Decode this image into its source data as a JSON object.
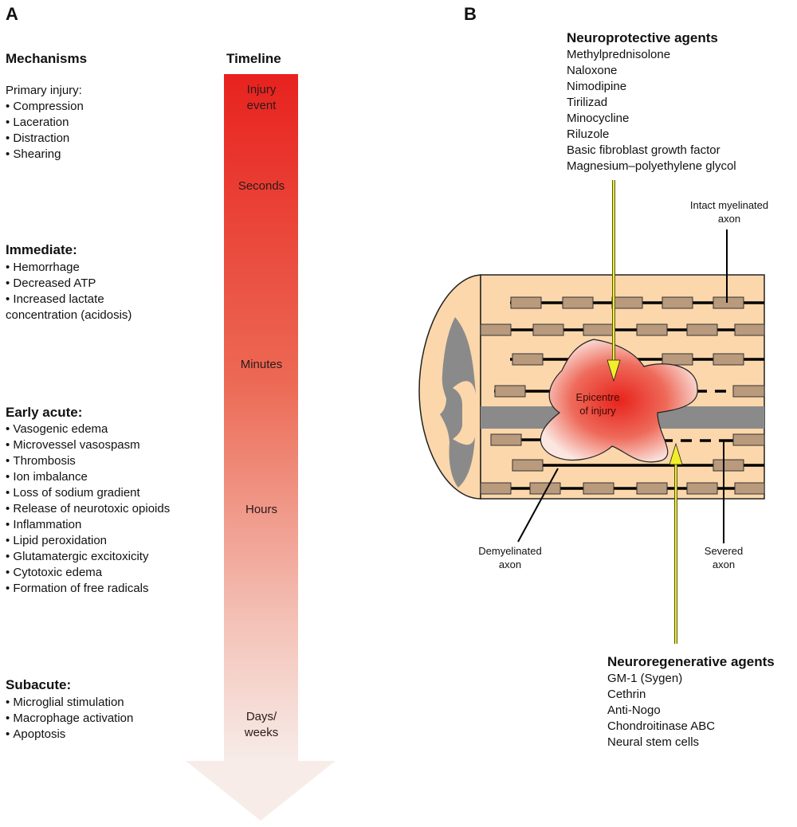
{
  "panel_a": {
    "letter": "A",
    "mechanisms_title": "Mechanisms",
    "timeline_title": "Timeline",
    "primary": {
      "title": "Primary injury:",
      "items": [
        "Compression",
        "Laceration",
        "Distraction",
        "Shearing"
      ]
    },
    "immediate": {
      "title": "Immediate:",
      "items": [
        "Hemorrhage",
        "Decreased ATP",
        "Increased lactate",
        "concentration (acidosis)"
      ]
    },
    "early_acute": {
      "title": "Early acute:",
      "items": [
        "Vasogenic edema",
        "Microvessel vasospasm",
        "Thrombosis",
        "Ion imbalance",
        "Loss of sodium gradient",
        "Release of neurotoxic opioids",
        "Inflammation",
        "Lipid peroxidation",
        "Glutamatergic excitoxicity",
        "Cytotoxic edema",
        "Formation of free radicals"
      ]
    },
    "subacute": {
      "title": "Subacute:",
      "items": [
        "Microglial stimulation",
        "Macrophage activation",
        "Apoptosis"
      ]
    },
    "timeline_labels": {
      "injury_1": "Injury",
      "injury_2": "event",
      "seconds": "Seconds",
      "minutes": "Minutes",
      "hours": "Hours",
      "days_1": "Days/",
      "days_2": "weeks"
    },
    "colors": {
      "arrow_top": "#e8221e",
      "arrow_bottom": "#f7ece8"
    }
  },
  "panel_b": {
    "letter": "B",
    "neuroprotective": {
      "title": "Neuroprotective agents",
      "items": [
        "Methylprednisolone",
        "Naloxone",
        "Nimodipine",
        "Tirilizad",
        "Minocycline",
        "Riluzole",
        "Basic fibroblast growth factor",
        "Magnesium–polyethylene glycol"
      ]
    },
    "neuroregenerative": {
      "title": "Neuroregenerative agents",
      "items": [
        "GM-1 (Sygen)",
        "Cethrin",
        "Anti-Nogo",
        "Chondroitinase ABC",
        "Neural stem cells"
      ]
    },
    "labels": {
      "intact_1": "Intact myelinated",
      "intact_2": "axon",
      "epicentre_1": "Epicentre",
      "epicentre_2": "of injury",
      "demyelinated_1": "Demyelinated",
      "demyelinated_2": "axon",
      "severed_1": "Severed",
      "severed_2": "axon"
    },
    "colors": {
      "cord": "#fbd7ab",
      "grey_matter": "#8a8a8a",
      "myelin": "#b99a7d",
      "epicentre": "#ea3a2f",
      "arrow": "#f2ee2a"
    }
  }
}
